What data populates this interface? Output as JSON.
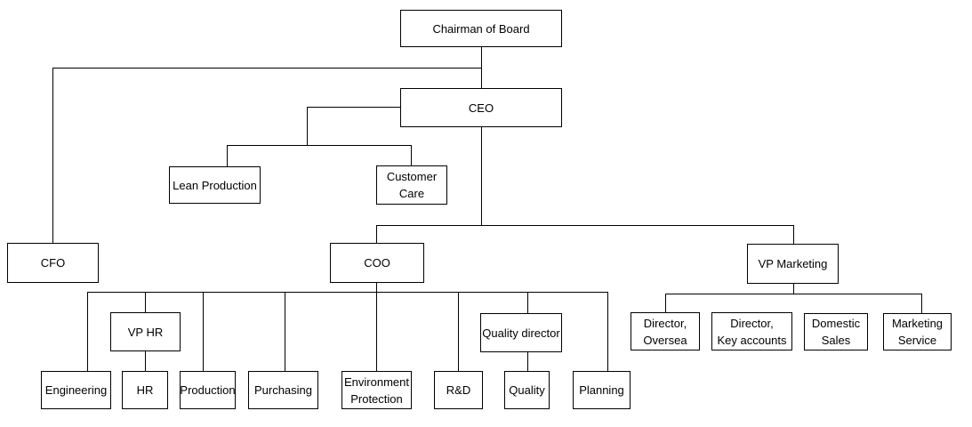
{
  "diagram": {
    "type": "org-chart",
    "colors": {
      "background": "#ffffff",
      "box_border": "#000000",
      "connector": "#000000",
      "text": "#000000"
    },
    "nodes": {
      "chairman": {
        "lines": [
          "Chairman of Board"
        ]
      },
      "ceo": {
        "lines": [
          "CEO"
        ]
      },
      "lean_production": {
        "lines": [
          "Lean Production"
        ]
      },
      "customer_care": {
        "lines": [
          "Customer",
          "Care"
        ]
      },
      "cfo": {
        "lines": [
          "CFO"
        ]
      },
      "coo": {
        "lines": [
          "COO"
        ]
      },
      "vp_marketing": {
        "lines": [
          "VP Marketing"
        ]
      },
      "engineering": {
        "lines": [
          "Engineering"
        ]
      },
      "vp_hr": {
        "lines": [
          "VP HR"
        ]
      },
      "hr": {
        "lines": [
          "HR"
        ]
      },
      "production": {
        "lines": [
          "Production"
        ]
      },
      "purchasing": {
        "lines": [
          "Purchasing"
        ]
      },
      "environment_protection": {
        "lines": [
          "Environment",
          "Protection"
        ]
      },
      "rnd": {
        "lines": [
          "R&D"
        ]
      },
      "quality_director": {
        "lines": [
          "Quality director"
        ]
      },
      "quality": {
        "lines": [
          "Quality"
        ]
      },
      "planning": {
        "lines": [
          "Planning"
        ]
      },
      "director_oversea": {
        "lines": [
          "Director,",
          "Oversea"
        ]
      },
      "director_key_accounts": {
        "lines": [
          "Director,",
          "Key accounts"
        ]
      },
      "domestic_sales": {
        "lines": [
          "Domestic",
          "Sales"
        ]
      },
      "marketing_service": {
        "lines": [
          "Marketing",
          "Service"
        ]
      }
    },
    "edges": [
      [
        "chairman",
        "ceo"
      ],
      [
        "chairman",
        "cfo"
      ],
      [
        "ceo",
        "lean_production"
      ],
      [
        "ceo",
        "customer_care"
      ],
      [
        "ceo",
        "coo"
      ],
      [
        "ceo",
        "vp_marketing"
      ],
      [
        "coo",
        "engineering"
      ],
      [
        "coo",
        "vp_hr"
      ],
      [
        "vp_hr",
        "hr"
      ],
      [
        "coo",
        "production"
      ],
      [
        "coo",
        "purchasing"
      ],
      [
        "coo",
        "environment_protection"
      ],
      [
        "coo",
        "rnd"
      ],
      [
        "coo",
        "quality_director"
      ],
      [
        "quality_director",
        "quality"
      ],
      [
        "coo",
        "planning"
      ],
      [
        "vp_marketing",
        "director_oversea"
      ],
      [
        "vp_marketing",
        "director_key_accounts"
      ],
      [
        "vp_marketing",
        "domestic_sales"
      ],
      [
        "vp_marketing",
        "marketing_service"
      ]
    ]
  }
}
